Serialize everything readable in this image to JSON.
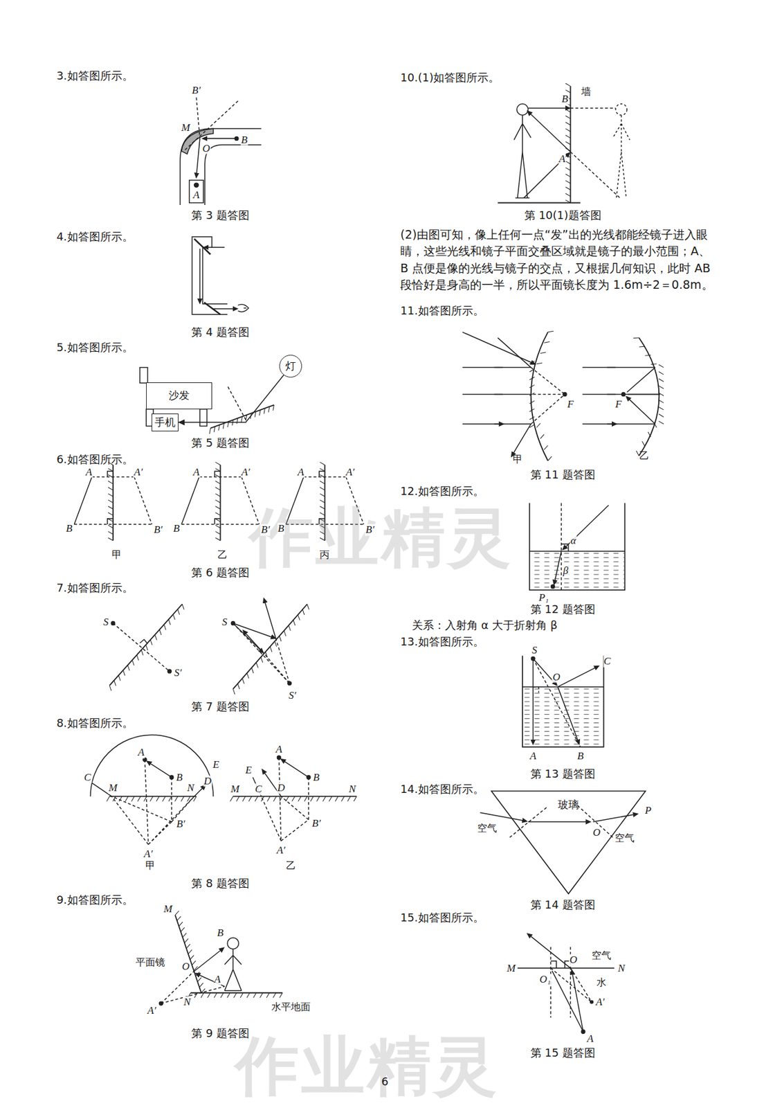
{
  "diagram": {
    "nodes": [
      {
        "text": [
          "沙发"
        ]
      },
      {
        "text": [
          "手机"
        ]
      },
      {
        "text": [
          "灯"
        ]
      },
      {
        "text": [
          "玻璃"
        ]
      }
    ],
    "edges": [
      {
        "from": 2,
        "to": 1,
        "arrow": "to"
      }
    ],
    "labels": [
      "3.如答图所示。",
      "B′",
      "M",
      "O",
      "B",
      "A",
      "第 3 题答图",
      "4.如答图所示。",
      "第 4 题答图",
      "5.如答图所示。",
      "第 5 题答图",
      "6.如答图所示。",
      "A",
      "A′",
      "B",
      "B′",
      "A",
      "A′",
      "B",
      "B′",
      "A",
      "A′",
      "B",
      "B′",
      "甲",
      "乙",
      "丙",
      "第 6 题答图",
      "7.如答图所示。",
      "S",
      "S′",
      "S",
      "S′",
      "第 7 题答图",
      "8.如答图所示。",
      "A",
      "B",
      "C",
      "M",
      "N",
      "D",
      "E",
      "B′",
      "A′",
      "E",
      "A",
      "M",
      "C",
      "D",
      "B",
      "N",
      "B′",
      "A′",
      "甲",
      "乙",
      "第 8 题答图",
      "9.如答图所示。",
      "M",
      "B",
      "平面镜",
      "O",
      "A",
      "A′",
      "N",
      "水平地面",
      "第 9 题答图",
      "10.(1)如答图所示。",
      "墙",
      "B",
      "A",
      "第 10(1)题答图",
      "(2)由图可知，像上任何一点“发”出的光线都能经镜子进入眼睛，这些光线和镜子平面交叠区域就是镜子的最小范围；A、B 点便是像的光线与镜子的交点，又根据几何知识，此时 AB 段恰好是身高的一半，所以平面镜长度为 1.6m÷2＝0.8m。",
      "11.如答图所示。",
      "F",
      "F",
      "甲",
      "乙",
      "第 11 题答图",
      "12.如答图所示。",
      "α",
      "β",
      "P₁",
      "第 12 题答图",
      "关系：入射角 α 大于折射角 β",
      "13.如答图所示。",
      "S",
      "O",
      "C",
      "A",
      "B",
      "第 13 题答图",
      "14.如答图所示。",
      "空气",
      "O",
      "P",
      "空气",
      "第 14 题答图",
      "15.如答图所示。",
      "O",
      "空气",
      "M",
      "N",
      "O₁",
      "水",
      "A′",
      "A",
      "第 15 题答图",
      "6",
      "作业精灵",
      "作业精灵"
    ]
  }
}
